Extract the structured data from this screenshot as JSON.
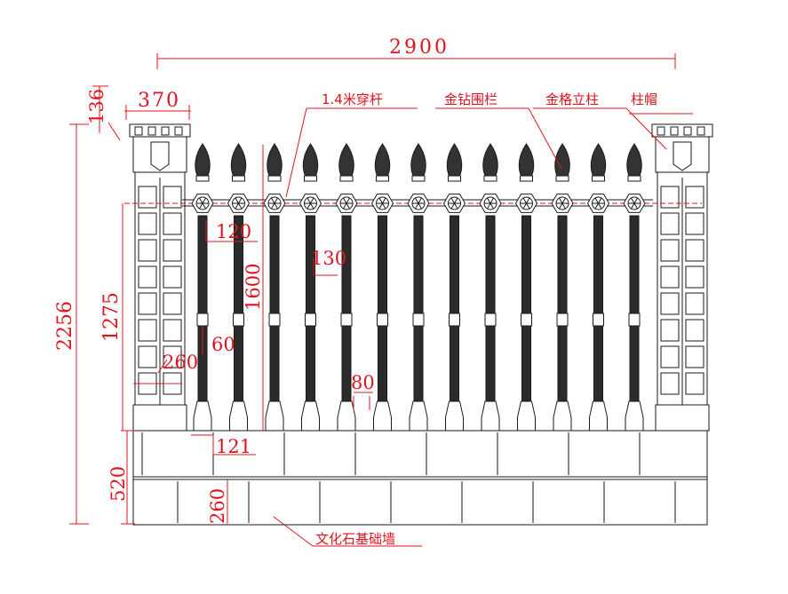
{
  "dimensions": {
    "overall_width": "2900",
    "pillar_width": "370",
    "cap_height": "136",
    "total_height": "2256",
    "fence_height": "1275",
    "rail_offset": "120",
    "picket_height": "1600",
    "picket_spacing": "130",
    "dim_60": "60",
    "dim_260_upper": "260",
    "picket_gap": "80",
    "dim_121": "121",
    "wall_height": "520",
    "dim_260_lower": "260"
  },
  "labels": {
    "rail": "1.4米穿杆",
    "fence": "金钻围栏",
    "post": "金格立柱",
    "cap": "柱帽",
    "wall": "文化石基础墙"
  },
  "colors": {
    "dimension": "#e0141e",
    "outline": "#1a1a1a"
  }
}
